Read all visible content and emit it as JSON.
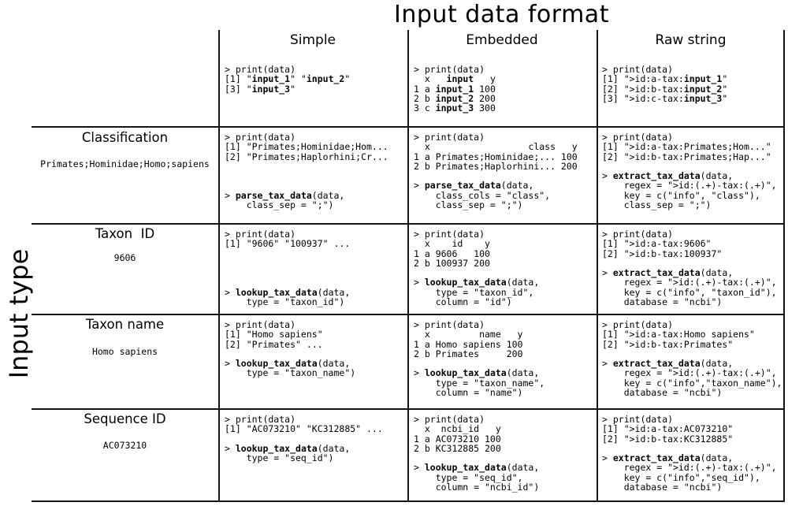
{
  "title": "Input data format",
  "row_axis_label": "Input type",
  "palette": {
    "ink": "#000000",
    "background": "#ffffff"
  },
  "columns": [
    {
      "label": "Simple"
    },
    {
      "label": "Embedded"
    },
    {
      "label": "Raw string"
    }
  ],
  "rows": [
    {
      "key": "format-example",
      "label": "",
      "example": "",
      "cells": [
        [
          "> print(data)",
          "[1] \"**input_1**\" \"**input_2**\"",
          "[3] \"**input_3**\""
        ],
        [
          "> print(data)",
          "  x   **input**   y",
          "1 a **input_1** 100",
          "2 b **input_2** 200",
          "3 c **input_3** 300"
        ],
        [
          "> print(data)",
          "[1] \">id:a-tax:**input_1**\"",
          "[2] \">id:b-tax:**input_2**\"",
          "[3] \">id:c-tax:**input_3**\""
        ]
      ]
    },
    {
      "key": "classification",
      "label": "Classification",
      "example": "Primates;Hominidae;Homo;sapiens",
      "cells": [
        [
          "> print(data)",
          "[1] \"Primates;Hominidae;Hom...",
          "[2] \"Primates;Haplorhini;Cr...",
          "",
          "",
          "",
          "> **parse_tax_data**(data,",
          "    class_sep = \";\")"
        ],
        [
          "> print(data)",
          "  x                  class   y",
          "1 a Primates;Hominidae;... 100",
          "2 b Primates;Haplorhini... 200",
          "",
          "> **parse_tax_data**(data,",
          "    class_cols = \"class\",",
          "    class_sep = \";\")"
        ],
        [
          "> print(data)",
          "[1] \">id:a-tax:Primates;Hom...\"",
          "[2] \">id:b-tax:Primates;Hap...\"",
          "",
          "> **extract_tax_data**(data,",
          "    regex = \">id:(.+)-tax:(.+)\",",
          "    key = c(\"info\", \"class\"),",
          "    class_sep = \";\")"
        ]
      ]
    },
    {
      "key": "taxon-id",
      "label": "Taxon  ID",
      "example": "9606",
      "cells": [
        [
          "> print(data)",
          "[1] \"9606\" \"100937\" ...",
          "",
          "",
          "",
          "",
          "> **lookup_tax_data**(data,",
          "    type = \"taxon_id\")"
        ],
        [
          "> print(data)",
          "  x    id    y",
          "1 a 9606   100",
          "2 b 100937 200",
          "",
          "> **lookup_tax_data**(data,",
          "    type = \"taxon_id\",",
          "    column = \"id\")"
        ],
        [
          "> print(data)",
          "[1] \">id:a-tax:9606\"",
          "[2] \">id:b-tax:100937\"",
          "",
          "> **extract_tax_data**(data,",
          "    regex = \">id:(.+)-tax:(.+)\",",
          "    key = c(\"info\", \"taxon_id\"),",
          "    database = \"ncbi\")"
        ]
      ]
    },
    {
      "key": "taxon-name",
      "label": "Taxon name",
      "example": "Homo sapiens",
      "cells": [
        [
          "> print(data)",
          "[1] \"Homo sapiens\"",
          "[2] \"Primates\" ...",
          "",
          "> **lookup_tax_data**(data,",
          "    type = \"taxon_name\")"
        ],
        [
          "> print(data)",
          "  x         name   y",
          "1 a Homo sapiens 100",
          "2 b Primates     200",
          "",
          "> **lookup_tax_data**(data,",
          "    type = \"taxon_name\",",
          "    column = \"name\")"
        ],
        [
          "> print(data)",
          "[1] \">id:a-tax:Homo sapiens\"",
          "[2] \">id:b-tax:Primates\"",
          "",
          "> **extract_tax_data**(data,",
          "    regex = \">id:(.+)-tax:(.+)\",",
          "    key = c(\"info\",\"taxon_name\"),",
          "    database = \"ncbi\")"
        ]
      ]
    },
    {
      "key": "sequence-id",
      "label": "Sequence ID",
      "example": "AC073210",
      "cells": [
        [
          "> print(data)",
          "[1] \"AC073210\" \"KC312885\" ...",
          "",
          "> **lookup_tax_data**(data,",
          "    type = \"seq_id\")"
        ],
        [
          "> print(data)",
          "  x  ncbi_id   y",
          "1 a AC073210 100",
          "2 b KC312885 200",
          "",
          "> **lookup_tax_data**(data,",
          "    type = \"seq_id\",",
          "    column = \"ncbi_id\")"
        ],
        [
          "> print(data)",
          "[1] \">id:a-tax:AC073210\"",
          "[2] \">id:b-tax:KC312885\"",
          "",
          "> **extract_tax_data**(data,",
          "    regex = \">id:(.+)-tax:(.+)\",",
          "    key = c(\"info\",\"seq_id\"),",
          "    database = \"ncbi\")"
        ]
      ]
    }
  ]
}
